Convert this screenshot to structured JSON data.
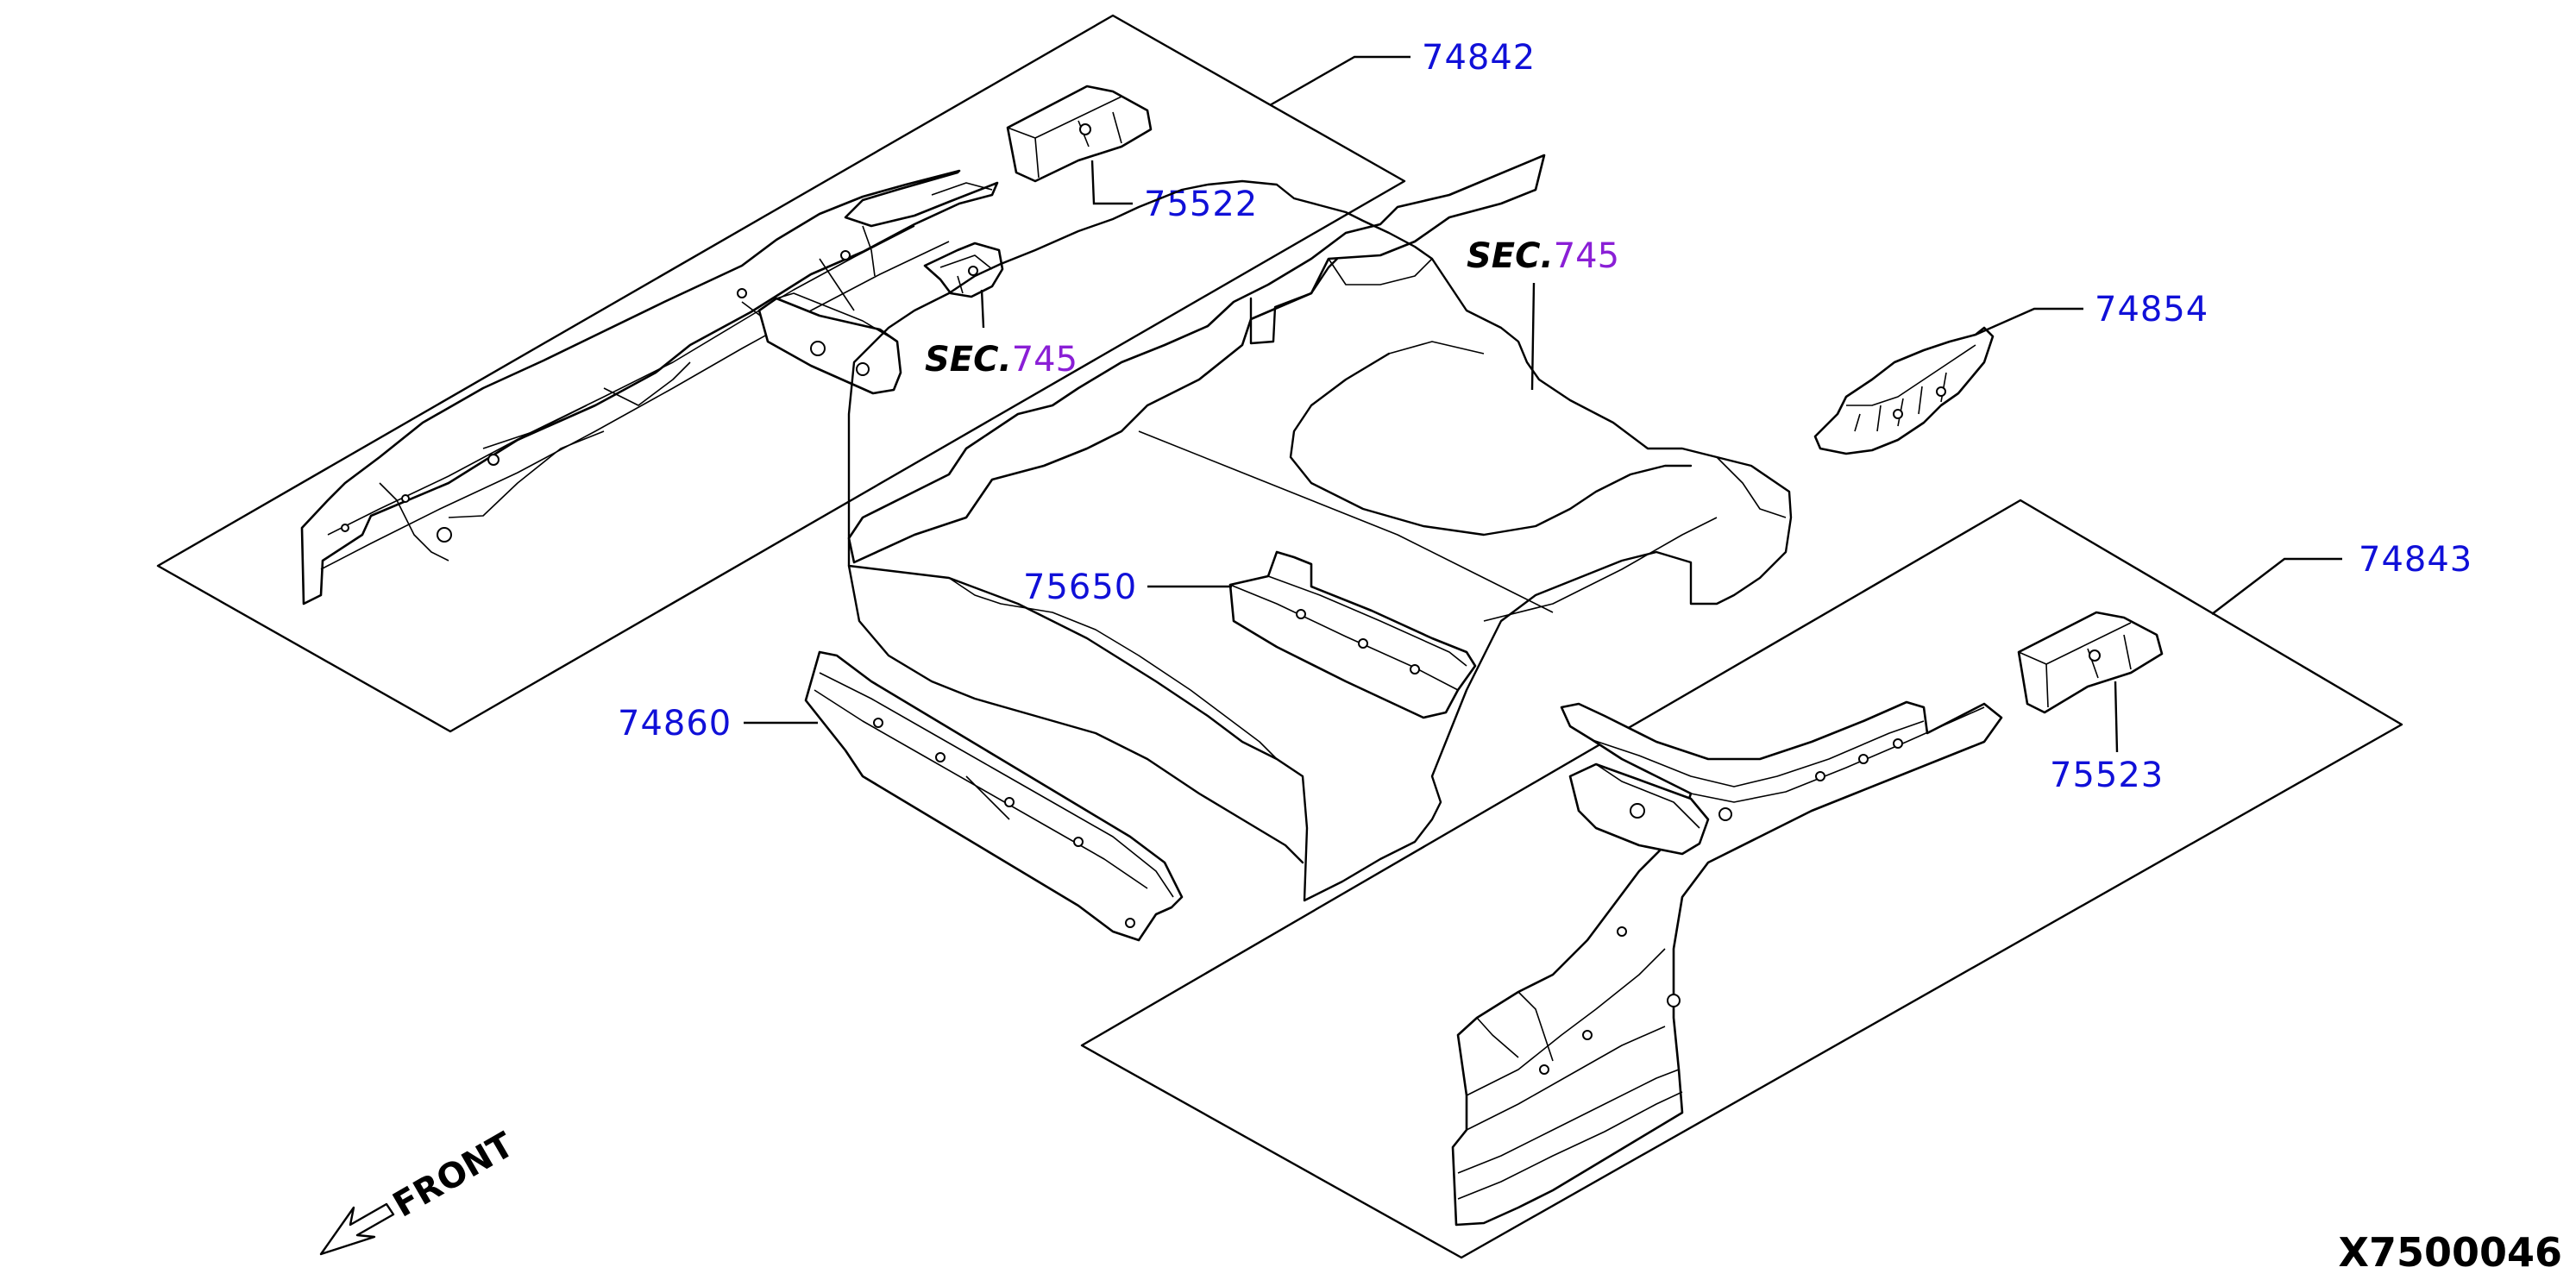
{
  "labels": {
    "p74842": "74842",
    "p75522": "75522",
    "p74854": "74854",
    "p75650": "75650",
    "p74860": "74860",
    "p74843": "74843",
    "p75523": "75523"
  },
  "sec_refs": {
    "prefix": "SEC.",
    "upper": "745",
    "left": "745"
  },
  "front_text": "FRONT",
  "diagram_code": "X7500046",
  "colors": {
    "part_number": "#1010d8",
    "section_number": "#8a1fd6",
    "line": "#000000"
  }
}
